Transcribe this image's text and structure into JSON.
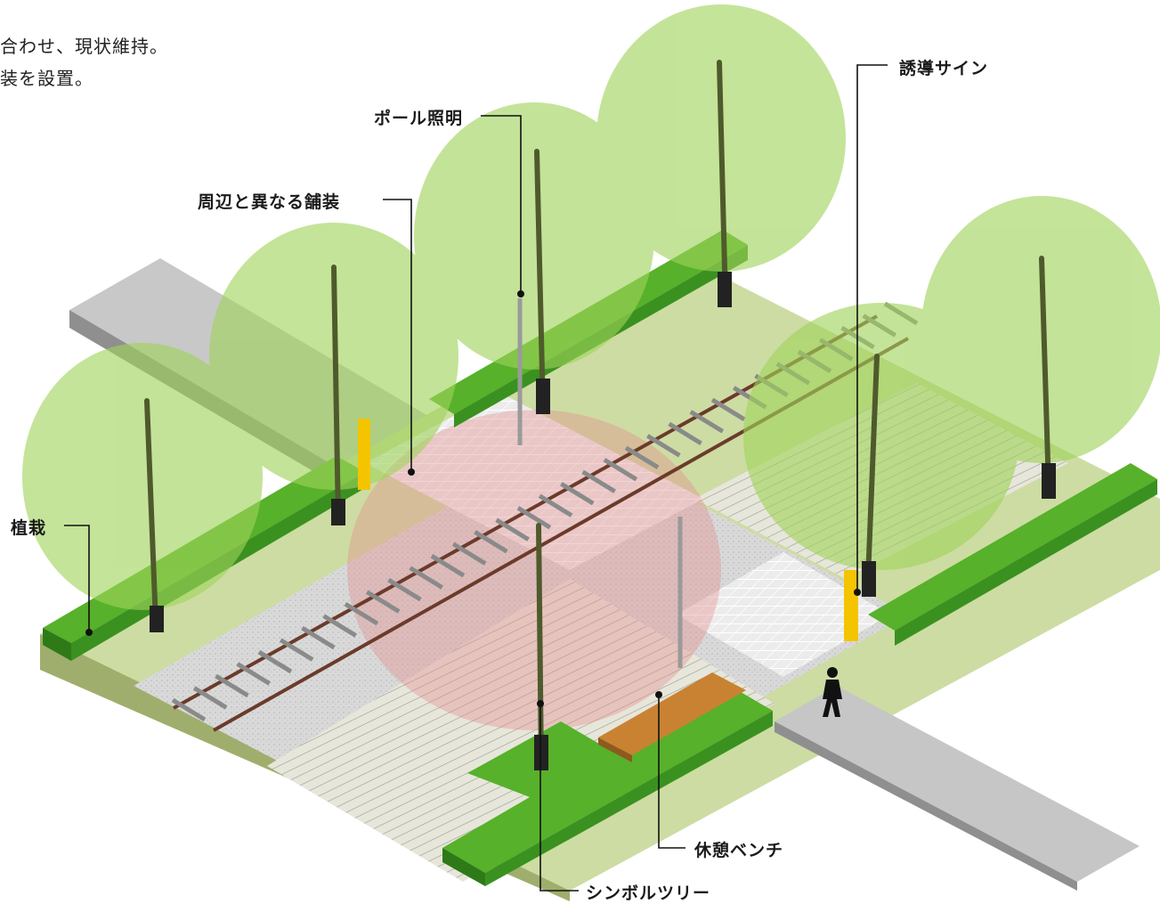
{
  "notes": {
    "line1": "合わせ、現状維持。",
    "line2": "装を設置。"
  },
  "labels": {
    "sign": "誘導サイン",
    "pole_light": "ポール照明",
    "paving": "周辺と異なる舗装",
    "planting": "植栽",
    "bench": "休憩ベンチ",
    "symbol_tree": "シンボルツリー"
  },
  "colors": {
    "lawn": "#c9d99a",
    "planter_top": "#57b12a",
    "planter_side": "#2e7a18",
    "paving_grey": "#d7d7d7",
    "road": "#bdbdbd",
    "tree_canopy": "#9fd35a",
    "highlight_red": "#e48c8c",
    "rail": "#6b3b2a",
    "bench": "#c98232",
    "sign_yellow": "#f5c400"
  }
}
